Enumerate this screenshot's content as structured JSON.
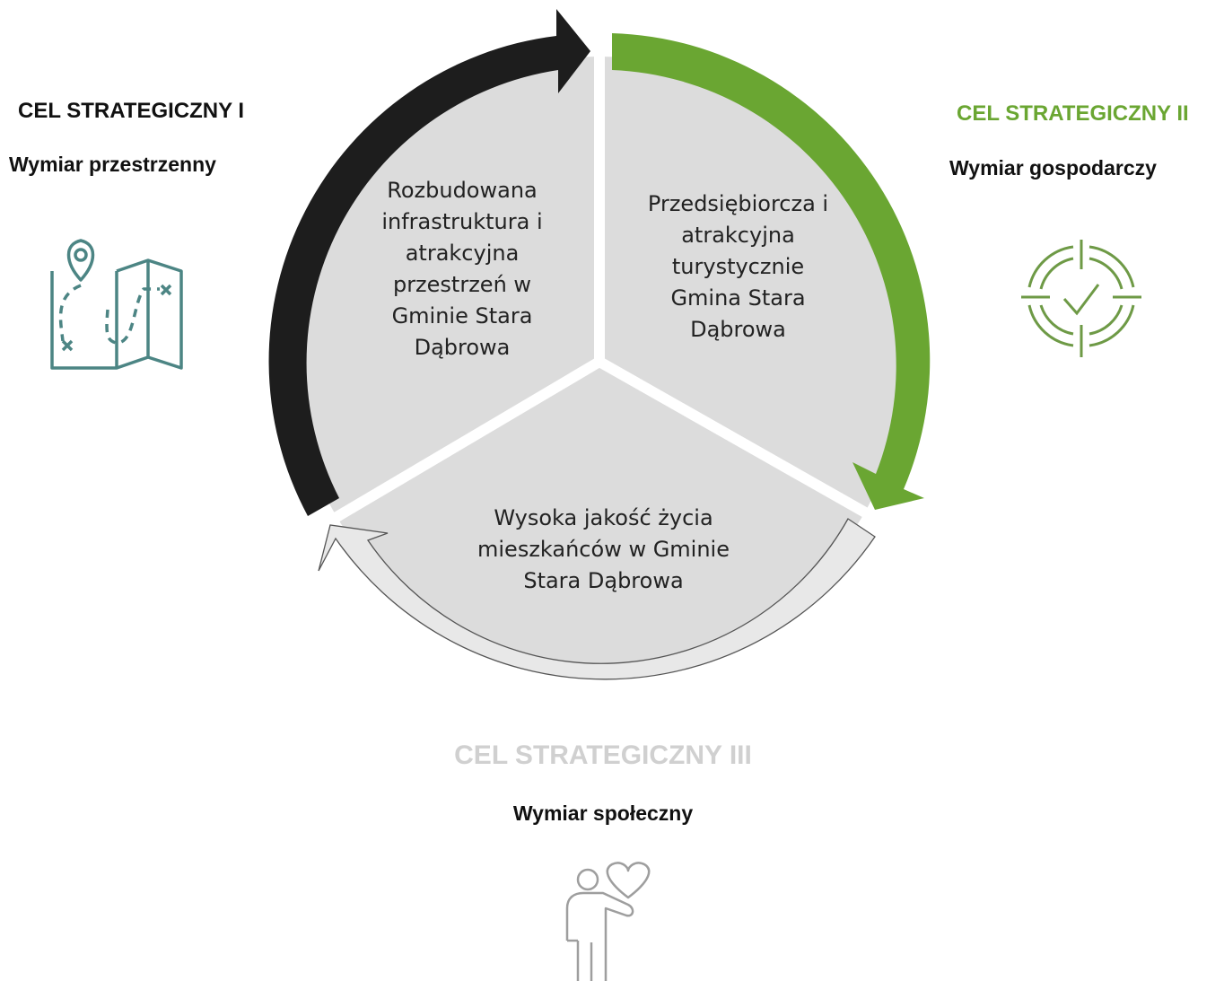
{
  "colors": {
    "black_arrow": "#1d1d1d",
    "green": "#6aa632",
    "light_gray_arrow": "#e8e8e8",
    "segment_fill": "#dcdcdc",
    "teal_icon": "#4c8584",
    "green_icon": "#6e9a46",
    "gray_icon": "#9e9e9e",
    "goal3_title": "#d0d0d0"
  },
  "goal1": {
    "title": "CEL STRATEGICZNY I",
    "subtitle": "Wymiar przestrzenny",
    "icon": "map-icon"
  },
  "goal2": {
    "title": "CEL STRATEGICZNY II",
    "subtitle": "Wymiar gospodarczy",
    "icon": "target-check-icon"
  },
  "goal3": {
    "title": "CEL STRATEGICZNY III",
    "subtitle": "Wymiar społeczny",
    "icon": "person-heart-icon"
  },
  "segments": {
    "left": [
      "Rozbudowana",
      "infrastruktura i",
      "atrakcyjna",
      "przestrzeń w",
      "Gminie Stara",
      "Dąbrowa"
    ],
    "right": [
      "Przedsiębiorcza i",
      "atrakcyjna",
      "turystycznie",
      "Gmina Stara",
      "Dąbrowa"
    ],
    "bottom": [
      "Wysoka jakość życia",
      "mieszkańców w Gminie",
      "Stara Dąbrowa"
    ]
  }
}
